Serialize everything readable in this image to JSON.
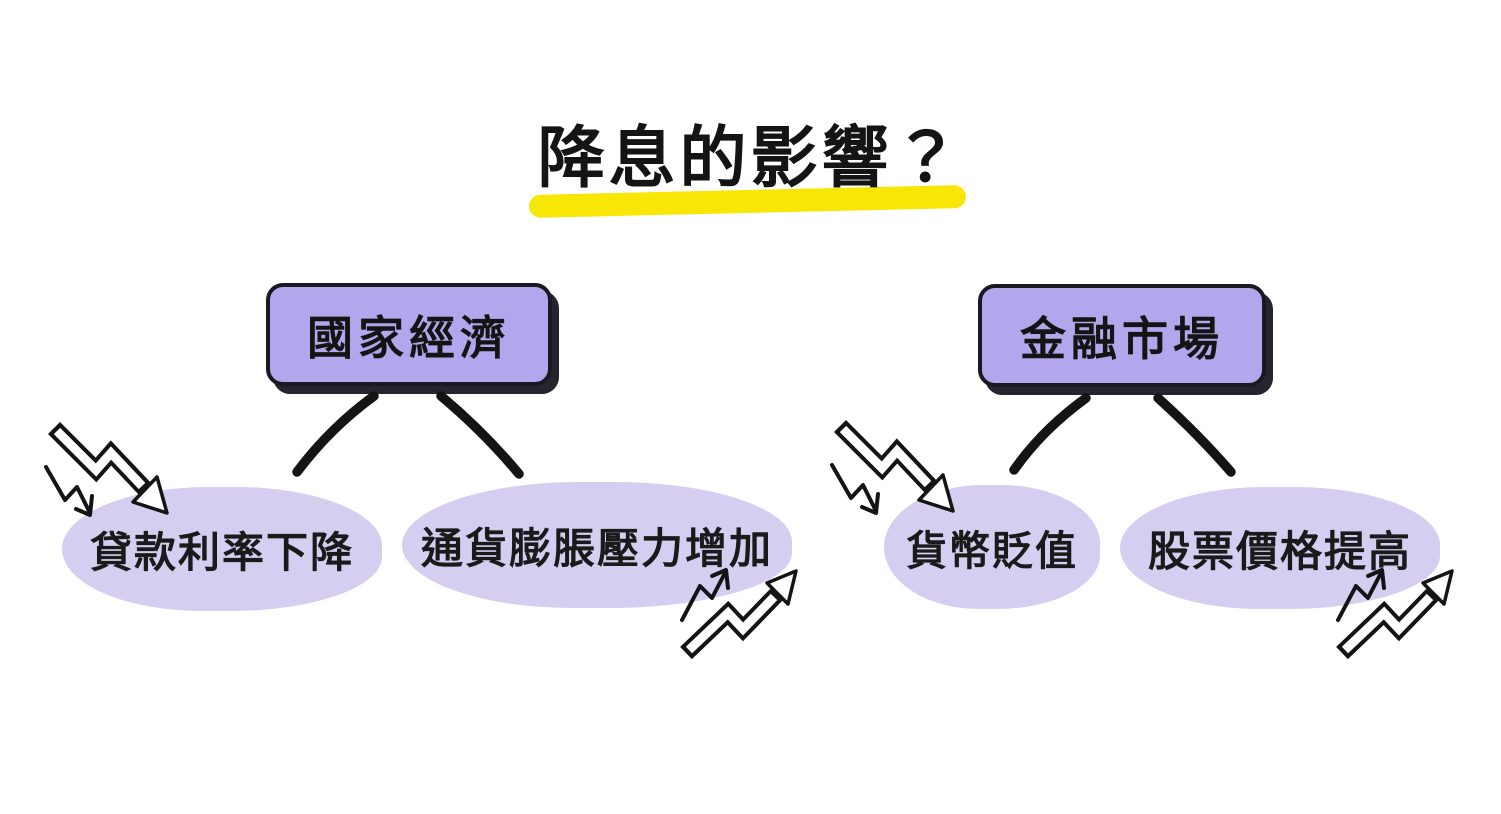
{
  "title": {
    "text": "降息的影響？",
    "highlight_color": "#f7e606"
  },
  "branches": [
    {
      "label": "國家經濟",
      "children": [
        {
          "label": "貸款利率下降",
          "trend": "down",
          "trend_icon": "trend-down-zigzag-arrow"
        },
        {
          "label": "通貨膨脹壓力增加",
          "trend": "up",
          "trend_icon": "trend-up-zigzag-arrow"
        }
      ]
    },
    {
      "label": "金融市場",
      "children": [
        {
          "label": "貨幣貶值",
          "trend": "down",
          "trend_icon": "trend-down-zigzag-arrow"
        },
        {
          "label": "股票價格提高",
          "trend": "up",
          "trend_icon": "trend-up-zigzag-arrow"
        }
      ]
    }
  ],
  "colors": {
    "background": "#ffffff",
    "branch_box_fill": "#b4a6ec",
    "branch_box_border": "#1a1820",
    "branch_box_shadow": "#26242c",
    "leaf_ellipse_fill": "#d6cef1",
    "title_highlight": "#f7e606",
    "stroke": "#141414",
    "text": "#151515"
  }
}
